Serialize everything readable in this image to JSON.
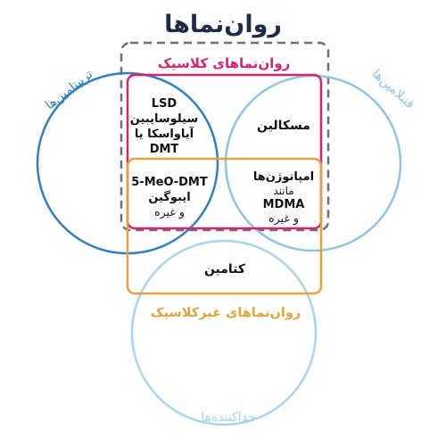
{
  "title": "روان‌نماها",
  "labels": {
    "classic_psychedelics": "روان‌نماهای کلاسیک",
    "non_classic_psychedelics": "روان‌نماهای غیرکلاسیک",
    "tryptamines": "تریپتامین‌ها",
    "phenethylamines": "فنیلامین‌ها",
    "dissociatives": "جداکننده‌ها"
  },
  "regions": {
    "tryptamine_classic": {
      "line1": "LSD",
      "line2": "سیلوسایبین",
      "line3": "آیاواسکا یا",
      "line4": "DMT"
    },
    "phenethylamine_classic": {
      "line1": "مسکالین"
    },
    "tryptamine_nonclassic": {
      "line1": "5-MeO-DMT",
      "line2": "ایبوگین",
      "line3": "و غیره"
    },
    "phenethylamine_nonclassic": {
      "line1": "امپاتوژن‌ها",
      "line2": "مانند",
      "line3": "MDMA",
      "line4": "و غیره"
    },
    "dissociative_nonclassic": {
      "line1": "کتامین"
    }
  },
  "colors": {
    "title": "#1f2a44",
    "tryptamines": "#2f7fc4",
    "phenethylamines": "#8ec3e6",
    "dissociatives": "#a9d3ee",
    "classic": "#d6246e",
    "non_classic": "#e6a23a",
    "psychedelics_outline": "#6b6f78",
    "text": "#111111"
  }
}
